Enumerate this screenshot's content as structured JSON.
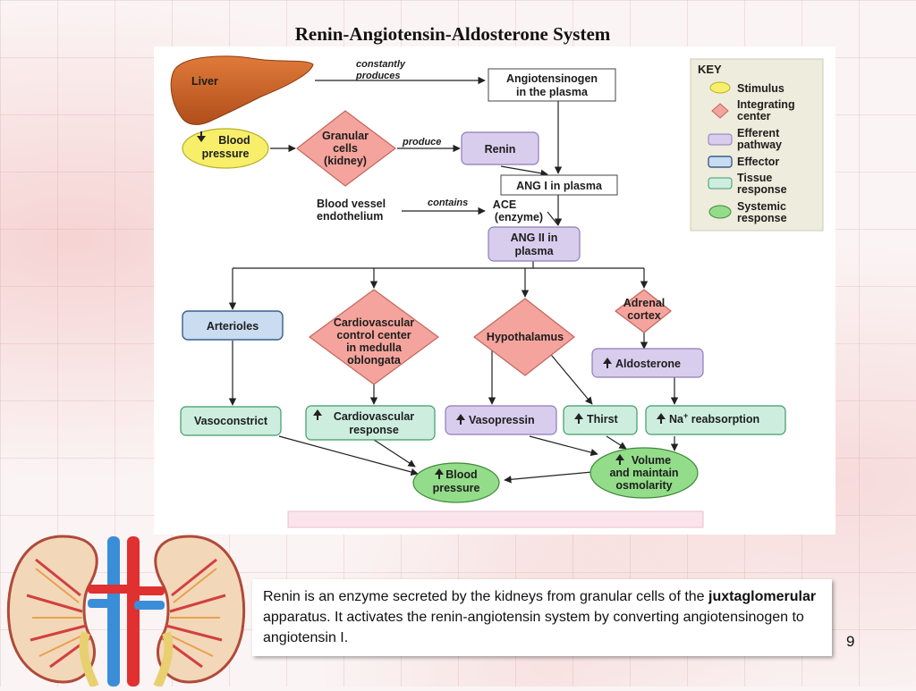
{
  "title": "Renin-Angiotensin-Aldosterone System",
  "page_number": "9",
  "caption": {
    "before": "Renin is an enzyme secreted by the kidneys from granular cells of the ",
    "bold": "juxtaglomerular",
    "after": " apparatus. It activates the renin-angiotensin system by converting angiotensinogen to angiotensin I."
  },
  "diagram": {
    "liver": "Liver",
    "constantly": "constantly",
    "produces": "produces",
    "angiotensinogen": [
      "Angiotensinogen",
      "in the plasma"
    ],
    "blood_pressure_down": [
      "Blood",
      "pressure"
    ],
    "granular_cells": [
      "Granular",
      "cells",
      "(kidney)"
    ],
    "produce": "produce",
    "renin": "Renin",
    "ang1": "ANG I in plasma",
    "blood_vessel": [
      "Blood vessel",
      "endothelium"
    ],
    "contains": "contains",
    "ace": [
      "ACE",
      "(enzyme)"
    ],
    "ang2": [
      "ANG II in",
      "plasma"
    ],
    "arterioles": "Arterioles",
    "cv_center": [
      "Cardiovascular",
      "control center",
      "in medulla",
      "oblongata"
    ],
    "hypothalamus": "Hypothalamus",
    "adrenal": [
      "Adrenal",
      "cortex"
    ],
    "aldosterone": "Aldosterone",
    "vasoconstrict": "Vasoconstrict",
    "cv_response": [
      "Cardiovascular",
      "response"
    ],
    "vasopressin": "Vasopressin",
    "thirst": "Thirst",
    "na_reabsorption": [
      "Na",
      "+",
      " reabsorption"
    ],
    "blood_pressure_up": [
      "Blood",
      "pressure"
    ],
    "volume": [
      "Volume",
      "and maintain",
      "osmolarity"
    ]
  },
  "key": {
    "title": "KEY",
    "items": [
      {
        "label": [
          "Stimulus"
        ],
        "shape": "ellipse",
        "color": "#f7ef6a"
      },
      {
        "label": [
          "Integrating",
          "center"
        ],
        "shape": "diamond",
        "color": "#f4a49c"
      },
      {
        "label": [
          "Efferent",
          "pathway"
        ],
        "shape": "rect",
        "color": "#d9cdee"
      },
      {
        "label": [
          "Effector"
        ],
        "shape": "rect",
        "color": "#c9dcf0"
      },
      {
        "label": [
          "Tissue",
          "response"
        ],
        "shape": "rect",
        "color": "#cdeede"
      },
      {
        "label": [
          "Systemic",
          "response"
        ],
        "shape": "ellipse",
        "color": "#93dc8a"
      }
    ]
  },
  "colors": {
    "stimulus": "#f7ef6a",
    "integrating": "#f4a49c",
    "efferent": "#d9cdee",
    "effector": "#c9dcf0",
    "tissue": "#cdeede",
    "systemic": "#93dc8a",
    "liver": "#c8642a"
  }
}
